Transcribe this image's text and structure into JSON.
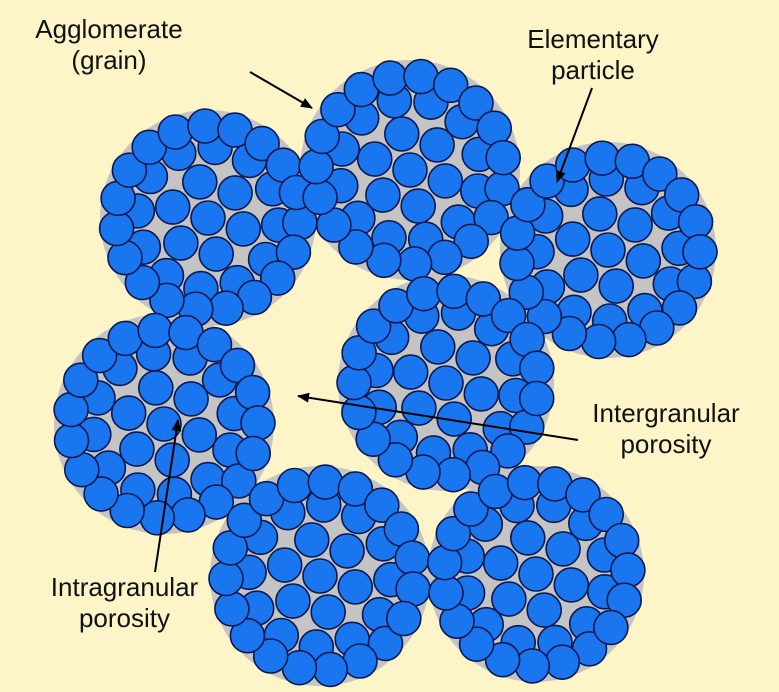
{
  "labels": {
    "agglomerate": {
      "line1": "Agglomerate",
      "line2": "(grain)"
    },
    "elementary_particle": {
      "line1": "Elementary",
      "line2": "particle"
    },
    "intergranular": {
      "line1": "Intergranular",
      "line2": "porosity"
    },
    "intragranular": {
      "line1": "Intragranular",
      "line2": "porosity"
    }
  },
  "colors": {
    "background": "#fdf5c7",
    "grain_fill": "#c4c4c4",
    "particle_fill": "#1a76ee",
    "particle_stroke": "#0a1850",
    "arrow": "#000000"
  }
}
